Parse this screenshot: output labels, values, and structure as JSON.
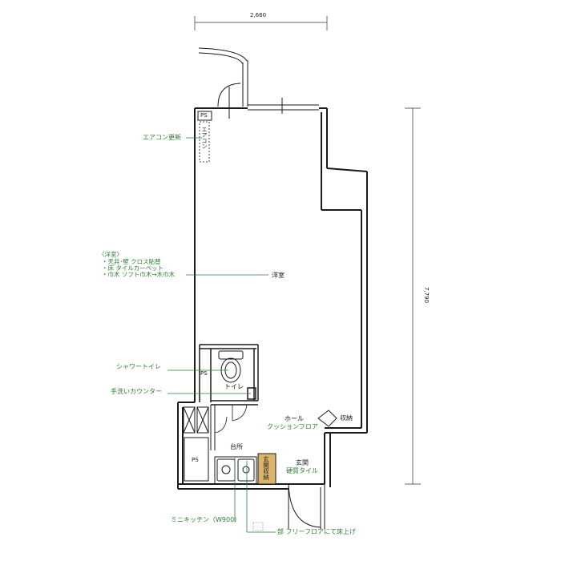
{
  "dimensions": {
    "width_label": "2,660",
    "height_label": "7,790"
  },
  "rooms": {
    "western_room": "洋室",
    "toilet": "トイレ",
    "kitchen": "台所",
    "hall": "ホール",
    "entrance": "玄関",
    "storage": "収納",
    "entrance_storage": "玄関収納",
    "ps": "PS"
  },
  "finishes": {
    "hall_floor": "クッションフロア",
    "entrance_floor": "硬質タイル",
    "aircon_unit": "エアコン"
  },
  "annotations": {
    "aircon": "エアコン更新",
    "western_room_title": "〈洋室〉",
    "western_room_ceiling": "・天井･壁 クロス貼替",
    "western_room_floor": "・床 タイルカーペット",
    "western_room_trim": "・巾木 ソフト巾木→木巾木",
    "shower_toilet": "シャワートイレ",
    "hand_wash": "手洗いカウンター",
    "mini_kitchen": "ミニキッチン（W900）",
    "free_floor": "部 フリーフロアにて床上げ"
  },
  "colors": {
    "wall": "#1a1a1a",
    "leader": "#2e7d32",
    "entrance_storage_fill": "#d9b56c"
  }
}
